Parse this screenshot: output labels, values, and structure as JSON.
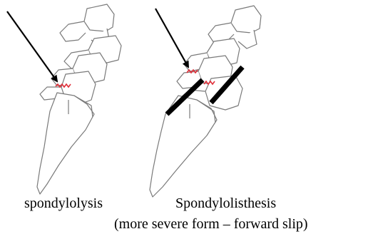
{
  "figure": {
    "left_panel": {
      "caption": "spondylolysis"
    },
    "right_panel": {
      "caption": "Spondylolisthesis",
      "subcaption": "(more severe form – forward slip)"
    }
  },
  "colors": {
    "outline": "#7a7a7a",
    "fracture": "#e0303a",
    "arrow": "#000000",
    "slip_marker": "#000000"
  }
}
